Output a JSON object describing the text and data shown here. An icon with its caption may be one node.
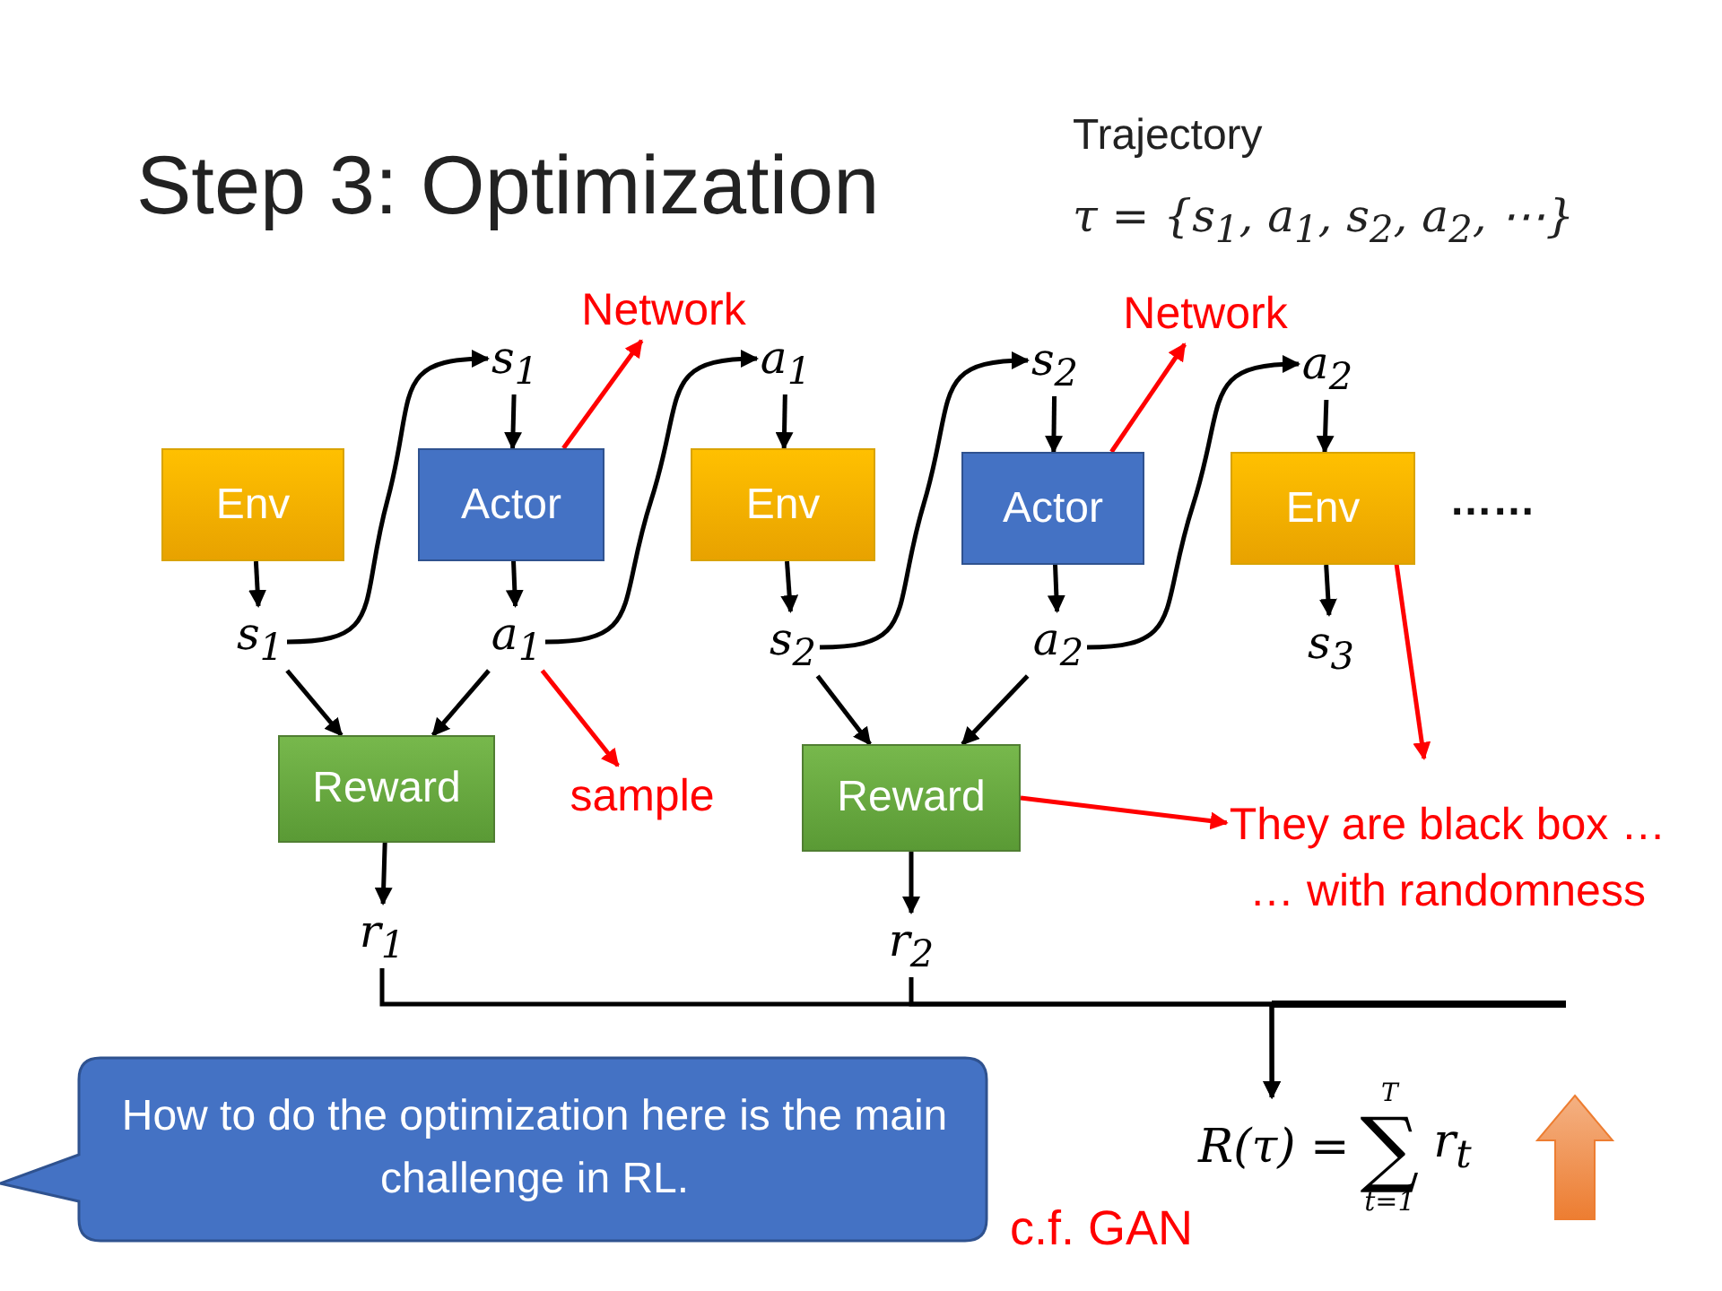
{
  "diagram": {
    "title": "Step 3: Optimization",
    "nodes": [
      {
        "text": [
          "Env"
        ]
      },
      {
        "text": [
          "Actor"
        ]
      },
      {
        "text": [
          "Env"
        ]
      },
      {
        "text": [
          "Actor"
        ]
      },
      {
        "text": [
          "Env"
        ]
      },
      {
        "text": [
          "s$_{1}$"
        ]
      },
      {
        "text": [
          "a$_{1}$"
        ]
      },
      {
        "text": [
          "s$_{2}$"
        ]
      },
      {
        "text": [
          "a$_{2}$"
        ]
      },
      {
        "text": [
          "s$_{1}$"
        ]
      },
      {
        "text": [
          "a$_{1}$"
        ]
      },
      {
        "text": [
          "s$_{2}$"
        ]
      },
      {
        "text": [
          "a$_{2}$"
        ]
      },
      {
        "text": [
          "s$_{3}$"
        ]
      },
      {
        "text": [
          "Reward"
        ]
      },
      {
        "text": [
          "Reward"
        ]
      },
      {
        "text": [
          "r$_{1}$"
        ]
      },
      {
        "text": [
          "r$_{2}$"
        ]
      },
      {
        "text": [
          "Network"
        ]
      },
      {
        "text": [
          "Network"
        ]
      },
      {
        "text": [
          "sample"
        ]
      },
      {
        "text": [
          "They are black box … … with randomness"
        ]
      },
      {
        "text": [
          "R(τ) =",
          "T",
          "∑",
          "t=1",
          "r$_{t}$"
        ]
      },
      {
        "text": [
          "How to do the optimization here is the main challenge in RL."
        ]
      }
    ],
    "edges": [
      {
        "from": 0,
        "to": 9,
        "arrow": "to"
      },
      {
        "from": 9,
        "to": 5,
        "arrow": "to"
      },
      {
        "from": 5,
        "to": 1,
        "arrow": "to"
      },
      {
        "from": 1,
        "to": 10,
        "arrow": "to"
      },
      {
        "from": 10,
        "to": 6,
        "arrow": "to"
      },
      {
        "from": 6,
        "to": 2,
        "arrow": "to"
      },
      {
        "from": 2,
        "to": 11,
        "arrow": "to"
      },
      {
        "from": 11,
        "to": 7,
        "arrow": "to"
      },
      {
        "from": 7,
        "to": 3,
        "arrow": "to"
      },
      {
        "from": 3,
        "to": 12,
        "arrow": "to"
      },
      {
        "from": 12,
        "to": 8,
        "arrow": "to"
      },
      {
        "from": 8,
        "to": 4,
        "arrow": "to"
      },
      {
        "from": 4,
        "to": 13,
        "arrow": "to"
      },
      {
        "from": 9,
        "to": 14,
        "arrow": "to"
      },
      {
        "from": 10,
        "to": 14,
        "arrow": "to"
      },
      {
        "from": 11,
        "to": 15,
        "arrow": "to"
      },
      {
        "from": 12,
        "to": 15,
        "arrow": "to"
      },
      {
        "from": 14,
        "to": 16,
        "arrow": "to"
      },
      {
        "from": 15,
        "to": 17,
        "arrow": "to"
      },
      {
        "from": 16,
        "to": 22,
        "arrow": "to"
      },
      {
        "from": 17,
        "to": 22,
        "arrow": "to"
      },
      {
        "from": 1,
        "to": 18,
        "arrow": "to",
        "color": "#ff0000"
      },
      {
        "from": 3,
        "to": 19,
        "arrow": "to",
        "color": "#ff0000"
      },
      {
        "from": 10,
        "to": 20,
        "arrow": "to",
        "color": "#ff0000"
      },
      {
        "from": 4,
        "to": 21,
        "arrow": "to",
        "color": "#ff0000"
      },
      {
        "from": 15,
        "to": 21,
        "arrow": "to",
        "color": "#ff0000"
      }
    ],
    "labels": [
      "Trajectory",
      "τ = {s$_{1}$, a$_{1}$, s$_{2}$, a$_{2}$, ⋯}",
      "……",
      "c.f. GAN"
    ]
  }
}
